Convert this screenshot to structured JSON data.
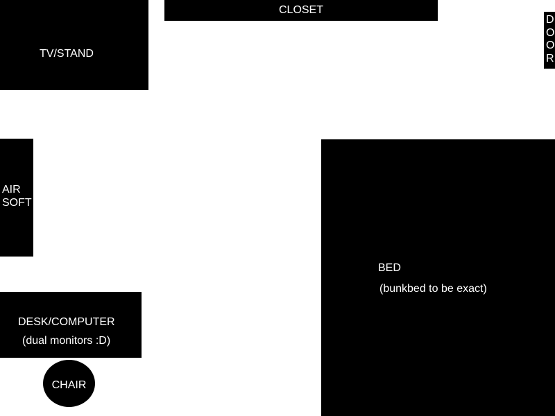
{
  "furniture": {
    "closet": "CLOSET",
    "tv_stand": "TV/STAND",
    "door": "DOOR",
    "airsoft": "AIR SOFT",
    "bed": {
      "label": "BED",
      "note": "(bunkbed to be exact)"
    },
    "desk": {
      "label": "DESK/COMPUTER",
      "note": "(dual monitors :D)"
    },
    "chair": "CHAIR"
  },
  "colors": {
    "furniture": "#000000",
    "label_text": "#ffffff",
    "floor": "#ffffff"
  }
}
